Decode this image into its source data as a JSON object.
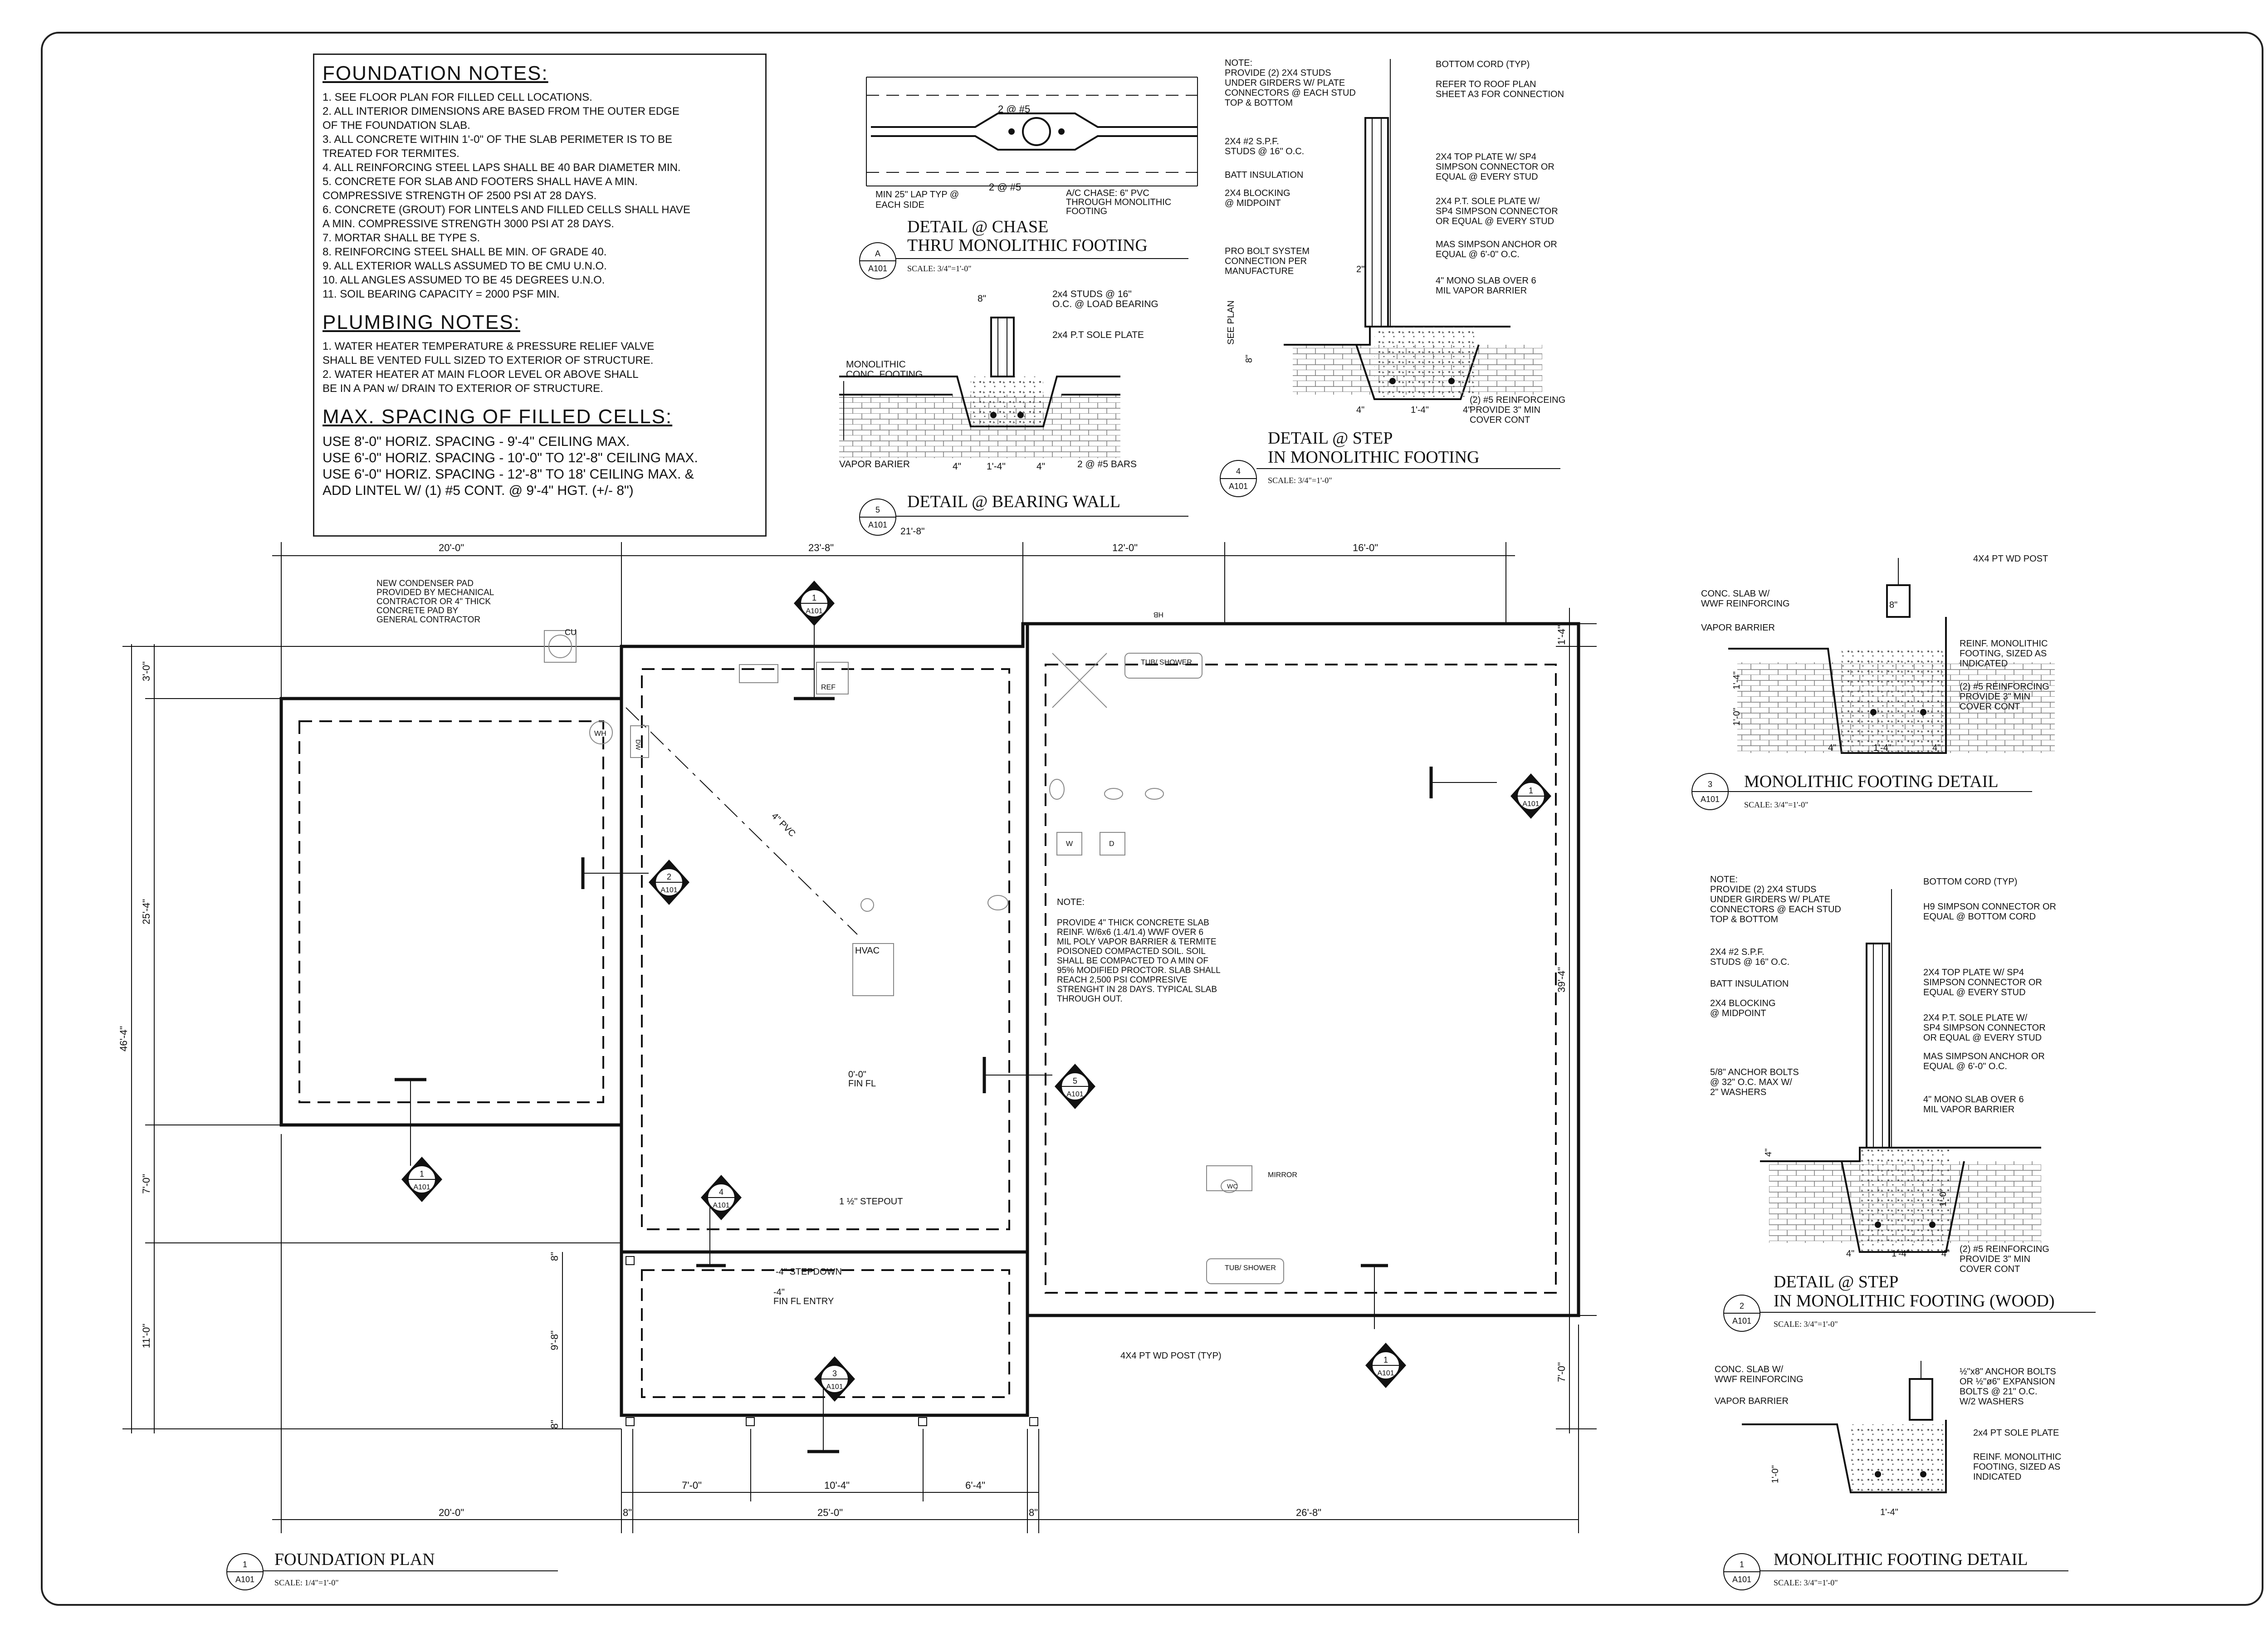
{
  "foundation_notes": {
    "title": "FOUNDATION NOTES:",
    "items": [
      "1. SEE FLOOR PLAN FOR FILLED CELL LOCATIONS.",
      "2. ALL INTERIOR DIMENSIONS ARE BASED FROM THE OUTER EDGE",
      "OF THE FOUNDATION SLAB.",
      "3. ALL CONCRETE WITHIN 1'-0\" OF THE SLAB PERIMETER IS TO BE",
      "TREATED FOR TERMITES.",
      "4. ALL REINFORCING STEEL LAPS SHALL BE 40 BAR DIAMETER MIN.",
      "5. CONCRETE FOR SLAB AND FOOTERS SHALL HAVE A MIN.",
      "COMPRESSIVE STRENGTH OF 2500 PSI AT 28 DAYS.",
      "6. CONCRETE (GROUT) FOR LINTELS AND FILLED CELLS SHALL HAVE",
      "A MIN. COMPRESSIVE STRENGTH 3000 PSI AT 28 DAYS.",
      "7. MORTAR SHALL BE TYPE S.",
      "8. REINFORCING STEEL SHALL BE MIN. OF GRADE 40.",
      "9. ALL EXTERIOR WALLS ASSUMED TO BE CMU U.N.O.",
      "10. ALL ANGLES ASSUMED TO BE 45 DEGREES U.N.O.",
      "11. SOIL BEARING CAPACITY = 2000 PSF MIN."
    ]
  },
  "plumbing_notes": {
    "title": "PLUMBING NOTES:",
    "items": [
      "1. WATER HEATER TEMPERATURE & PRESSURE RELIEF VALVE",
      "SHALL BE VENTED FULL SIZED TO EXTERIOR OF STRUCTURE.",
      "2. WATER HEATER AT MAIN FLOOR LEVEL OR ABOVE SHALL",
      "BE IN A PAN w/ DRAIN TO EXTERIOR OF STRUCTURE."
    ]
  },
  "filled_cells": {
    "title": "MAX. SPACING OF FILLED CELLS:",
    "items": [
      "USE 8'-0\" HORIZ. SPACING - 9'-4\" CEILING MAX.",
      "USE 6'-0\" HORIZ. SPACING - 10'-0\" TO 12'-8\" CEILING MAX.",
      "USE 6'-0\" HORIZ. SPACING - 12'-8\" TO 18' CEILING MAX. &",
      "ADD LINTEL W/ (1) #5 CONT. @ 9'-4\" HGT. (+/- 8\")"
    ]
  },
  "details": {
    "chase": {
      "title1": "DETAIL @ CHASE",
      "title2": "THRU MONOLITHIC FOOTING",
      "scale": "SCALE: 3/4\"=1'-0\"",
      "num": "A",
      "sheet": "A101",
      "labels": [
        "2 @ #5",
        "2 @ #5",
        "MIN 25\" LAP TYP @",
        "EACH SIDE",
        "A/C CHASE: 6\" PVC",
        "THROUGH MONOLITHIC",
        "FOOTING"
      ]
    },
    "bearing": {
      "title": "DETAIL @ BEARING WALL",
      "scale": "SCALE: 3/4\"=1'-0\"",
      "num": "5",
      "sheet": "A101",
      "labels": [
        "8\"",
        "2x4 STUDS @ 16\"",
        "O.C. @ LOAD BEARING",
        "2x4 P.T SOLE PLATE",
        "MONOLITHIC",
        "CONC. FOOTING",
        "VAPOR BARIER",
        "4\"",
        "1'-4\"",
        "4\"",
        "2 @ #5 BARS",
        "21'-8\""
      ]
    },
    "step": {
      "title1": "DETAIL @ STEP",
      "title2": "IN MONOLITHIC FOOTING",
      "scale": "SCALE: 3/4\"=1'-0\"",
      "num": "4",
      "sheet": "A101",
      "note": [
        "NOTE:",
        "PROVIDE (2) 2X4 STUDS",
        "UNDER GIRDERS W/ PLATE",
        "CONNECTORS @ EACH STUD",
        "TOP & BOTTOM"
      ],
      "labels": [
        "BOTTOM CORD (TYP)",
        "REFER TO ROOF PLAN",
        "SHEET A3 FOR CONNECTION",
        "2X4 #2 S.P.F.",
        "STUDS @ 16\" O.C.",
        "BATT INSULATION",
        "2X4 BLOCKING",
        "@ MIDPOINT",
        "2X4 TOP PLATE W/ SP4",
        "SIMPSON CONNECTOR OR",
        "EQUAL @ EVERY STUD",
        "2X4 P.T. SOLE PLATE W/",
        "SP4 SIMPSON CONNECTOR",
        "OR EQUAL @ EVERY STUD",
        "PRO BOLT SYSTEM",
        "CONNECTION PER",
        "MANUFACTURE",
        "MAS SIMPSON ANCHOR OR",
        "EQUAL @ 6'-0\" O.C.",
        "4\" MONO SLAB OVER 6",
        "MIL VAPOR BARRIER",
        "(2) #5 REINFORCEING",
        "PROVIDE 3\" MIN",
        "COVER CONT",
        "SEE PLAN",
        "8\"",
        "2\"",
        "4\"",
        "1'-4\"",
        "4\""
      ]
    },
    "mono3": {
      "title": "MONOLITHIC FOOTING DETAIL",
      "scale": "SCALE: 3/4\"=1'-0\"",
      "num": "3",
      "sheet": "A101",
      "labels": [
        "4X4 PT WD POST",
        "CONC. SLAB W/",
        "WWF REINFORCING",
        "VAPOR BARRIER",
        "8\"",
        "REINF. MONOLITHIC",
        "FOOTING, SIZED AS",
        "INDICATED",
        "(2) #5 REINFORCING",
        "PROVIDE 3\" MIN",
        "COVER CONT",
        "1'-4\"",
        "1'-0\"",
        "4\"",
        "1'-4\"",
        "4\""
      ]
    },
    "step_wood": {
      "title1": "DETAIL @ STEP",
      "title2": "IN MONOLITHIC FOOTING (WOOD)",
      "scale": "SCALE: 3/4\"=1'-0\"",
      "num": "2",
      "sheet": "A101",
      "note": [
        "NOTE:",
        "PROVIDE (2) 2X4 STUDS",
        "UNDER GIRDERS W/ PLATE",
        "CONNECTORS @ EACH STUD",
        "TOP & BOTTOM"
      ],
      "labels": [
        "BOTTOM CORD (TYP)",
        "H9 SIMPSON CONNECTOR OR",
        "EQUAL @ BOTTOM CORD",
        "2X4 #2 S.P.F.",
        "STUDS @ 16\" O.C.",
        "BATT INSULATION",
        "2X4 BLOCKING",
        "@ MIDPOINT",
        "2X4 TOP PLATE W/ SP4",
        "SIMPSON CONNECTOR OR",
        "EQUAL @ EVERY STUD",
        "2X4 P.T. SOLE PLATE W/",
        "SP4 SIMPSON CONNECTOR",
        "OR EQUAL @ EVERY STUD",
        "MAS SIMPSON ANCHOR OR",
        "EQUAL @ 6'-0\" O.C.",
        "5/8\" ANCHOR BOLTS",
        "@ 32\" O.C. MAX W/",
        "2\" WASHERS",
        "4\" MONO SLAB OVER 6",
        "MIL VAPOR BARRIER",
        "(2) #5 REINFORCING",
        "PROVIDE 3\" MIN",
        "COVER CONT",
        "4\"",
        "1'-0\"",
        "4\"",
        "1'-4\"",
        "4\""
      ]
    },
    "mono1": {
      "title": "MONOLITHIC FOOTING DETAIL",
      "scale": "SCALE: 3/4\"=1'-0\"",
      "num": "1",
      "sheet": "A101",
      "labels": [
        "CONC. SLAB W/",
        "WWF REINFORCING",
        "VAPOR BARRIER",
        "½\"x8\" ANCHOR BOLTS",
        "OR ½\"ø6\" EXPANSION",
        "BOLTS @ 21\" O.C.",
        "W/2 WASHERS",
        "2x4 PT SOLE PLATE",
        "REINF. MONOLITHIC",
        "FOOTING, SIZED AS",
        "INDICATED",
        "1'-0\"",
        "1'-4\""
      ]
    }
  },
  "plan": {
    "title": "FOUNDATION PLAN",
    "scale": "SCALE: 1/4\"=1'-0\"",
    "num": "1",
    "sheet": "A101",
    "top_dims": [
      "20'-0\"",
      "23'-8\"",
      "12'-0\"",
      "16'-0\""
    ],
    "bottom_dims_inner": [
      "7'-0\"",
      "10'-4\"",
      "6'-4\""
    ],
    "bottom_dims_outer": [
      "20'-0\"",
      "8\"",
      "25'-0\"",
      "8\"",
      "26'-8\""
    ],
    "left_dims": [
      "3'-0\"",
      "25'-4\"",
      "7'-0\"",
      "11'-0\""
    ],
    "left_overall": "46'-4\"",
    "inner_left_dims": [
      "8\"",
      "9'-8\"",
      "8\""
    ],
    "right_dims": [
      "1'-4\"",
      "39'-4\"",
      "7'-0\""
    ],
    "condenser_note": [
      "NEW CONDENSER PAD",
      "PROVIDED BY MECHANICAL",
      "CONTRACTOR OR 4\" THICK",
      "CONCRETE PAD BY",
      "GENERAL CONTRACTOR"
    ],
    "fixture_labels": {
      "cu": "CU",
      "wh": "WH",
      "dw": "DW",
      "ref": "REF",
      "pvc": "4\" PVC",
      "hvac": "HVAC",
      "tub1": "TUB/ SHOWER",
      "tub2": "TUB/ SHOWER",
      "wc": "WC",
      "mirror": "MIRROR",
      "w": "W",
      "d": "D",
      "hb": "HB"
    },
    "slab_note": {
      "title": "NOTE:",
      "lines": [
        "PROVIDE 4\" THICK CONCRETE SLAB",
        "REINF. W/6x6 (1.4/1.4) WWF OVER 6",
        "MIL POLY VAPOR BARRIER & TERMITE",
        "POISONED COMPACTED SOIL. SOIL",
        "SHALL BE COMPACTED TO A MIN OF",
        "95% MODIFIED PROCTOR. SLAB SHALL",
        "REACH 2,500 PSI COMPRESIVE",
        "STRENGHT IN 28 DAYS. TYPICAL SLAB",
        "THROUGH OUT."
      ]
    },
    "elev1": "0'-0\"",
    "elev1b": "FIN FL",
    "elev2": "-4\"",
    "elev2b": "FIN FL ENTRY",
    "stepdown": "-4\" STEPDOWN",
    "stepout": "1 ½\" STEPOUT",
    "post": "4X4 PT WD POST (TYP)",
    "sections": [
      {
        "n": "1",
        "s": "A101"
      },
      {
        "n": "2",
        "s": "A101"
      },
      {
        "n": "1",
        "s": "A101"
      },
      {
        "n": "5",
        "s": "A101"
      },
      {
        "n": "1",
        "s": "A101"
      },
      {
        "n": "4",
        "s": "A101"
      },
      {
        "n": "3",
        "s": "A101"
      },
      {
        "n": "1",
        "s": "A101"
      }
    ]
  }
}
